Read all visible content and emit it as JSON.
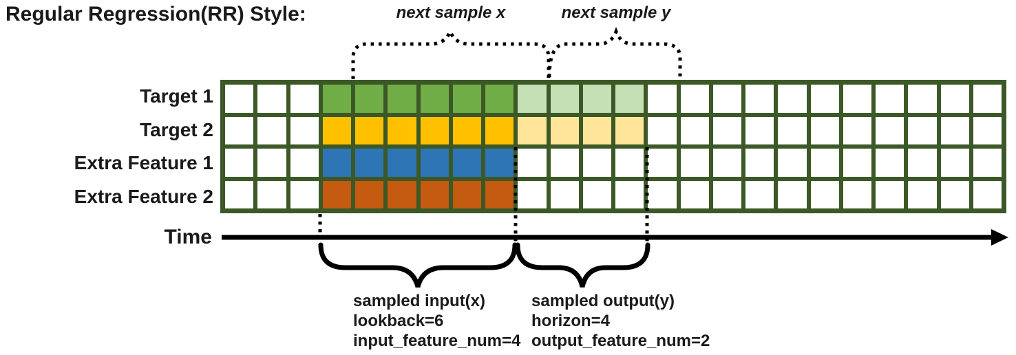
{
  "title": "Regular Regression(RR) Style:",
  "colors": {
    "grid_border": "#3B5826",
    "cell_empty": "#FFFFFF",
    "annotation_stroke": "#000000"
  },
  "grid": {
    "columns": 24,
    "input_start_col": 4,
    "input_end_col": 9,
    "output_start_col": 10,
    "output_end_col": 13,
    "rows": [
      {
        "label": "Target 1",
        "input_color": "#70AD47",
        "output_color": "#C5E0B4"
      },
      {
        "label": "Target 2",
        "input_color": "#FFC000",
        "output_color": "#FFE599"
      },
      {
        "label": "Extra Feature 1",
        "input_color": "#2E75B6",
        "output_color": null
      },
      {
        "label": "Extra Feature 2",
        "input_color": "#C55A11",
        "output_color": null
      }
    ]
  },
  "annotations": {
    "next_sample_x": "next sample x",
    "next_sample_y": "next sample y"
  },
  "time_axis": {
    "label": "Time"
  },
  "sampled_input": {
    "title": "sampled input(x)",
    "lookback": "lookback=6",
    "feature_num": "input_feature_num=4"
  },
  "sampled_output": {
    "title": "sampled output(y)",
    "horizon": "horizon=4",
    "feature_num": "output_feature_num=2"
  }
}
